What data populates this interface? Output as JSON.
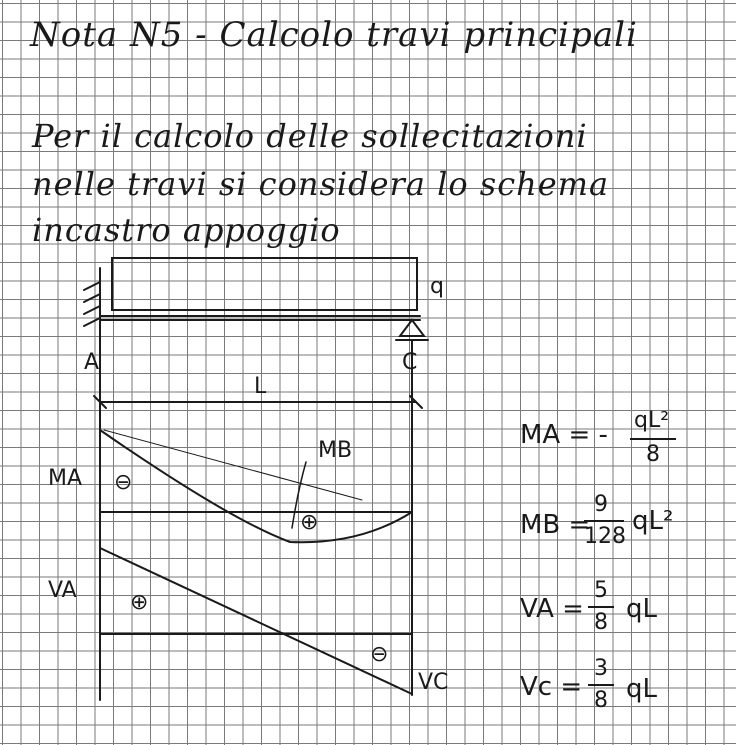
{
  "title": "Nota N5 - Calcolo travi principali",
  "paragraph": [
    "Per il calcolo delle sollecitazioni",
    "nelle travi si considera lo schema",
    "incastro appoggio"
  ],
  "diagram": {
    "load_label": "q",
    "support_left": "A",
    "support_right": "C",
    "span_label": "L",
    "moment_left": "MA",
    "moment_span": "MB",
    "shear_left": "VA",
    "shear_right": "VC",
    "sign_neg": "⊖",
    "sign_pos": "⊕"
  },
  "formulas": {
    "ma_lhs": "MA = -",
    "ma_num": "qL²",
    "ma_den": "8",
    "mb_lhs": "MB =",
    "mb_num": "9",
    "mb_den": "128",
    "mb_tail": "qL²",
    "va_lhs": "VA =",
    "va_num": "5",
    "va_den": "8",
    "va_tail": "qL",
    "vc_lhs": "Vc =",
    "vc_num": "3",
    "vc_den": "8",
    "vc_tail": "qL"
  }
}
